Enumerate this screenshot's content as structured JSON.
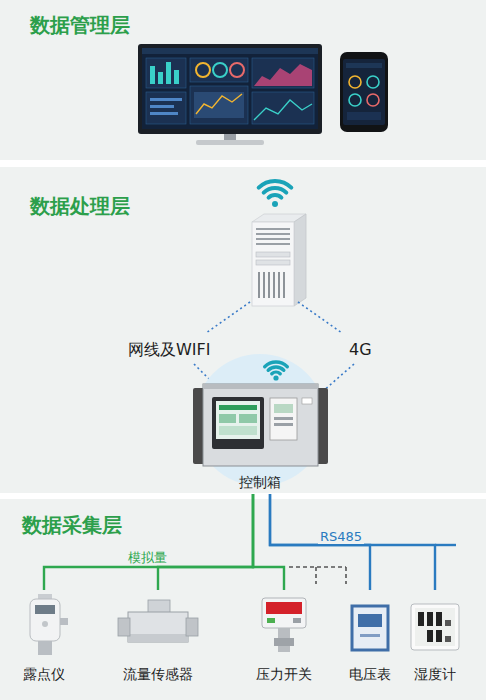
{
  "diagram": {
    "nodes": [
      {
        "text": [
          "数据管理层"
        ]
      },
      {
        "text": [
          "数据处理层"
        ]
      },
      {
        "text": [
          "数据采集层"
        ]
      },
      {
        "text": [
          "控制箱"
        ],
        "in": 1
      },
      {
        "text": [
          "露点仪"
        ],
        "in": 2
      },
      {
        "text": [
          "流量传感器"
        ],
        "in": 2
      },
      {
        "text": [
          "压力开关"
        ],
        "in": 2
      },
      {
        "text": [
          "电压表"
        ],
        "in": 2
      },
      {
        "text": [
          "湿度计"
        ],
        "in": 2
      }
    ],
    "edges": [
      {
        "from": 3,
        "to": 4,
        "arrow": "none",
        "label": "模拟量"
      },
      {
        "from": 3,
        "to": 5,
        "arrow": "none"
      },
      {
        "from": 3,
        "to": 6,
        "arrow": "none"
      },
      {
        "from": 3,
        "to": 7,
        "arrow": "none",
        "label": "RS485"
      },
      {
        "from": 3,
        "to": 8,
        "arrow": "none"
      }
    ],
    "labels": [
      "网线及WIFI",
      "4G"
    ]
  }
}
